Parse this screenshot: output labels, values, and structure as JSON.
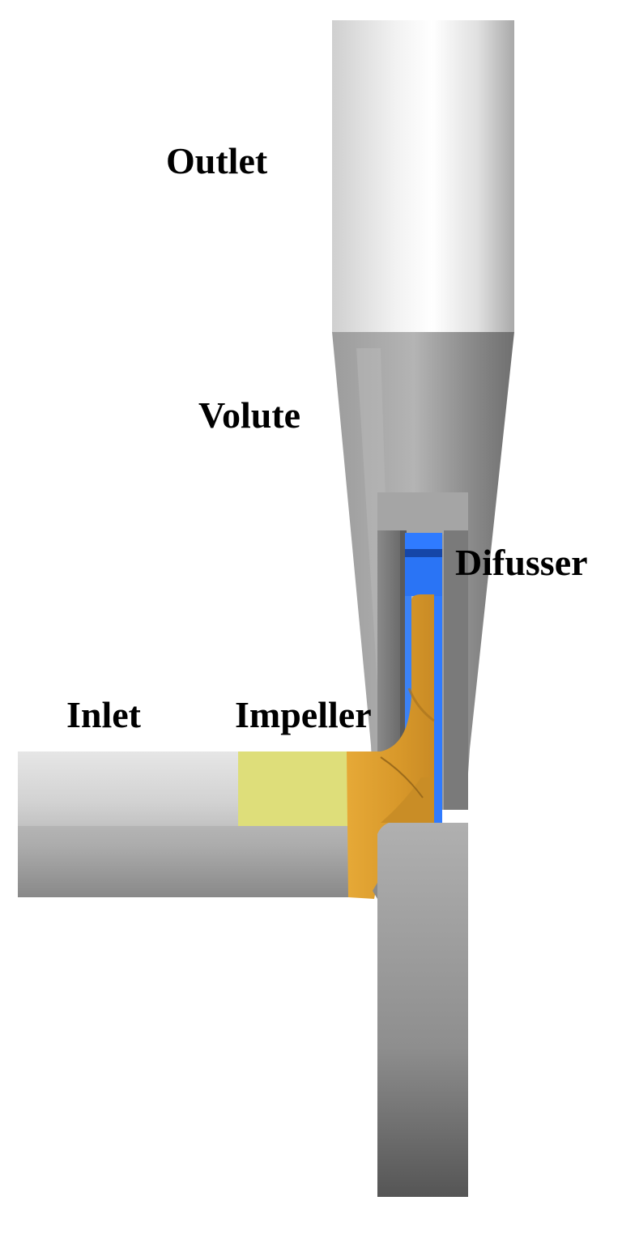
{
  "labels": {
    "outlet": "Outlet",
    "volute": "Volute",
    "difusser": "Difusser",
    "inlet": "Inlet",
    "impeller": "Impeller"
  },
  "colors": {
    "background": "#ffffff",
    "pipe_light": "#e8e8e8",
    "pipe_mid": "#bdbdbd",
    "pipe_dark": "#8a8a8a",
    "volute_gray": "#a6a6a6",
    "volute_dark": "#6a6a6a",
    "impeller_orange": "#e3a63a",
    "impeller_inlet_yellow": "#dede7a",
    "diffuser_blue": "#2f7bff",
    "diffuser_dark_blue": "#1546a8",
    "label_text": "#000000"
  }
}
